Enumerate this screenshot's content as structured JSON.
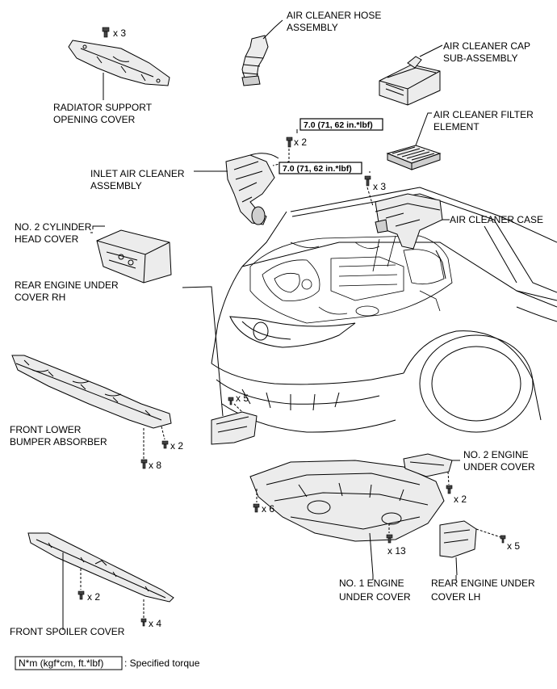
{
  "labels": {
    "radiator_cover": [
      "RADIATOR SUPPORT",
      "OPENING COVER"
    ],
    "air_hose": [
      "AIR CLEANER HOSE",
      "ASSEMBLY"
    ],
    "air_cap": [
      "AIR CLEANER CAP",
      "SUB-ASSEMBLY"
    ],
    "air_filter": [
      "AIR CLEANER FILTER",
      "ELEMENT"
    ],
    "inlet_cleaner": [
      "INLET AIR CLEANER",
      "ASSEMBLY"
    ],
    "air_case": [
      "AIR CLEANER CASE"
    ],
    "head_cover": [
      "NO. 2 CYLINDER",
      "HEAD COVER"
    ],
    "rear_rh": [
      "REAR ENGINE UNDER",
      "COVER RH"
    ],
    "bumper_absorber": [
      "FRONT LOWER",
      "BUMPER ABSORBER"
    ],
    "no2_under": [
      "NO. 2 ENGINE",
      "UNDER COVER"
    ],
    "no1_under": [
      "NO. 1 ENGINE",
      "UNDER COVER"
    ],
    "rear_lh": [
      "REAR ENGINE UNDER",
      "COVER LH"
    ],
    "spoiler": [
      "FRONT SPOILER COVER"
    ]
  },
  "quantities": {
    "radiator_x3": "x 3",
    "torque1_x2": "x 2",
    "torque2_x3": "x 3",
    "rear_rh_x5": "x 5",
    "absorber_x2": "x 2",
    "absorber_x8": "x 8",
    "no2_x2": "x 2",
    "no1_x6": "x 6",
    "no1_x13": "x 13",
    "rear_lh_x5": "x 5",
    "spoiler_x2": "x 2",
    "spoiler_x4": "x 4"
  },
  "torque": {
    "bolt_a": "7.0 (71, 62 in.*lbf)",
    "bolt_b": "7.0 (71, 62 in.*lbf)"
  },
  "legend": {
    "box_text": "N*m (kgf*cm, ft.*lbf)",
    "description": ": Specified torque"
  }
}
